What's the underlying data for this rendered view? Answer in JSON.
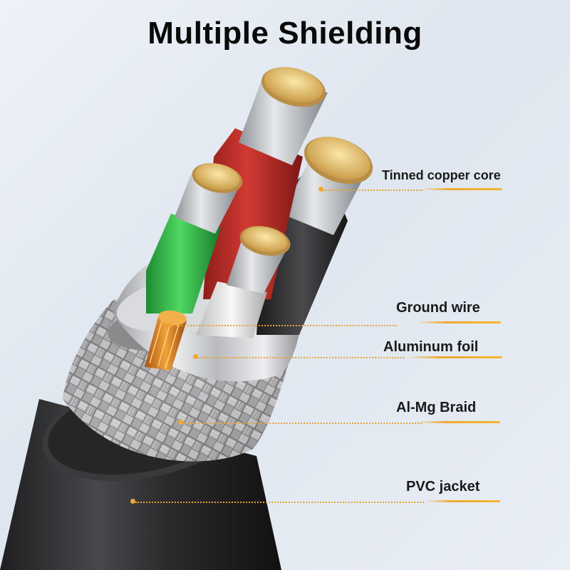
{
  "title": "Multiple Shielding",
  "labels": {
    "core": "Tinned copper core",
    "ground": "Ground wire",
    "foil": "Aluminum foil",
    "braid": "Al-Mg Braid",
    "jacket": "PVC jacket"
  },
  "colors": {
    "accent": "#f0a830",
    "jacket": "#2b2b2d",
    "red_wire": "#c5312b",
    "green_wire": "#2fb845",
    "white_wire": "#e6e6e6",
    "black_wire": "#2f2f31",
    "tinned_copper": "#e8c978",
    "bare_copper": "#d27a1e"
  }
}
